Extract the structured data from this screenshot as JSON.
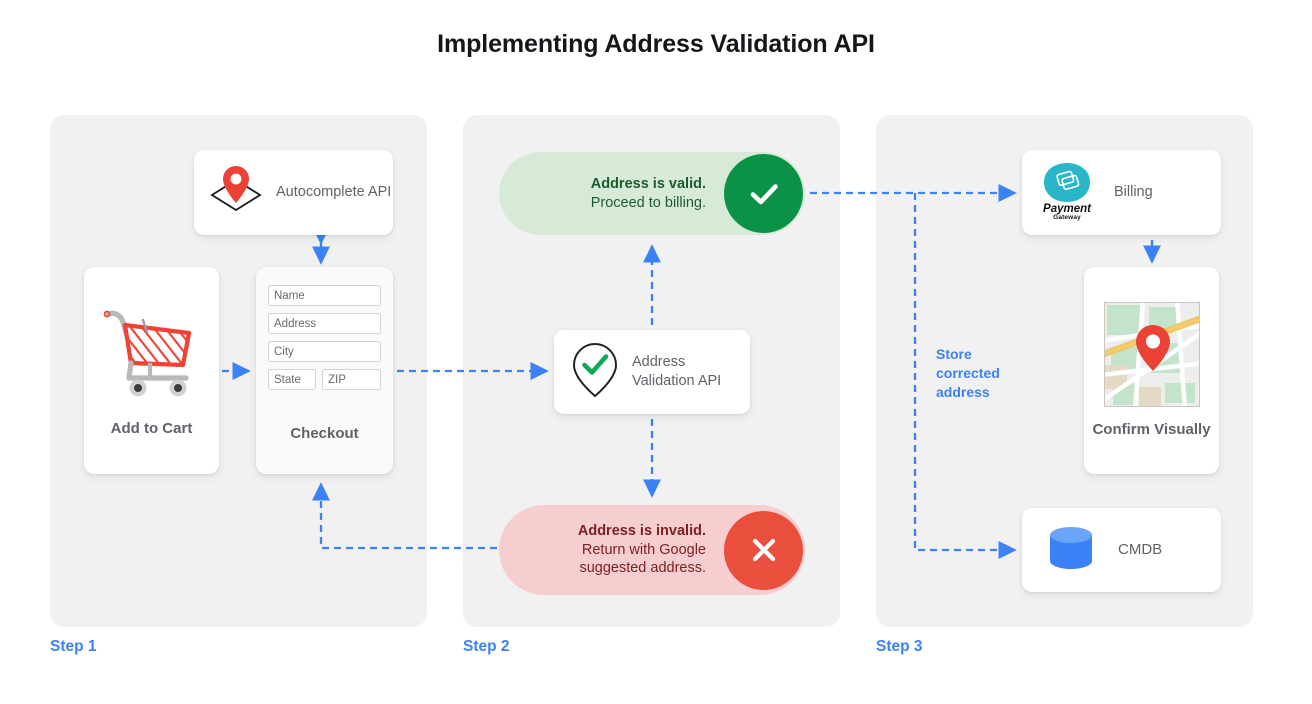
{
  "title": "Implementing Address Validation API",
  "colors": {
    "accent_blue": "#3b82f6",
    "panel_bg": "#f1f1f1",
    "valid_pill_bg": "#d7ead8",
    "valid_badge": "#0c9247",
    "invalid_pill_bg": "#f7ced0",
    "invalid_badge": "#ea4f3d",
    "pin_red": "#ea4335",
    "db_blue": "#3b82f6",
    "payment_teal": "#29b6c8",
    "label_gray": "#5f6368"
  },
  "steps": [
    {
      "label": "Step 1"
    },
    {
      "label": "Step 2"
    },
    {
      "label": "Step 3"
    }
  ],
  "step1": {
    "autocomplete": {
      "label": "Autocomplete API",
      "icon": "map-pin-envelope-icon"
    },
    "cart": {
      "label": "Add to Cart",
      "icon": "shopping-cart-icon"
    },
    "checkout": {
      "label": "Checkout",
      "fields": [
        "Name",
        "Address",
        "City"
      ],
      "fields_row": [
        "State",
        "ZIP"
      ]
    }
  },
  "step2": {
    "valid": {
      "line1": "Address is valid.",
      "line2": "Proceed to billing.",
      "icon": "check-icon"
    },
    "invalid": {
      "line1": "Address is invalid.",
      "line2": "Return with Google",
      "line3": "suggested address.",
      "icon": "close-icon"
    },
    "api": {
      "label": "Address Validation API",
      "icon": "pin-check-icon"
    }
  },
  "step3": {
    "billing": {
      "label": "Billing",
      "logo_line1": "Payment",
      "logo_line2": "Gateway",
      "icon": "payment-gateway-icon"
    },
    "confirm": {
      "label": "Confirm Visually",
      "icon": "map-thumbnail-icon"
    },
    "cmdb": {
      "label": "CMDB",
      "icon": "database-icon"
    },
    "store_note": "Store corrected address"
  }
}
